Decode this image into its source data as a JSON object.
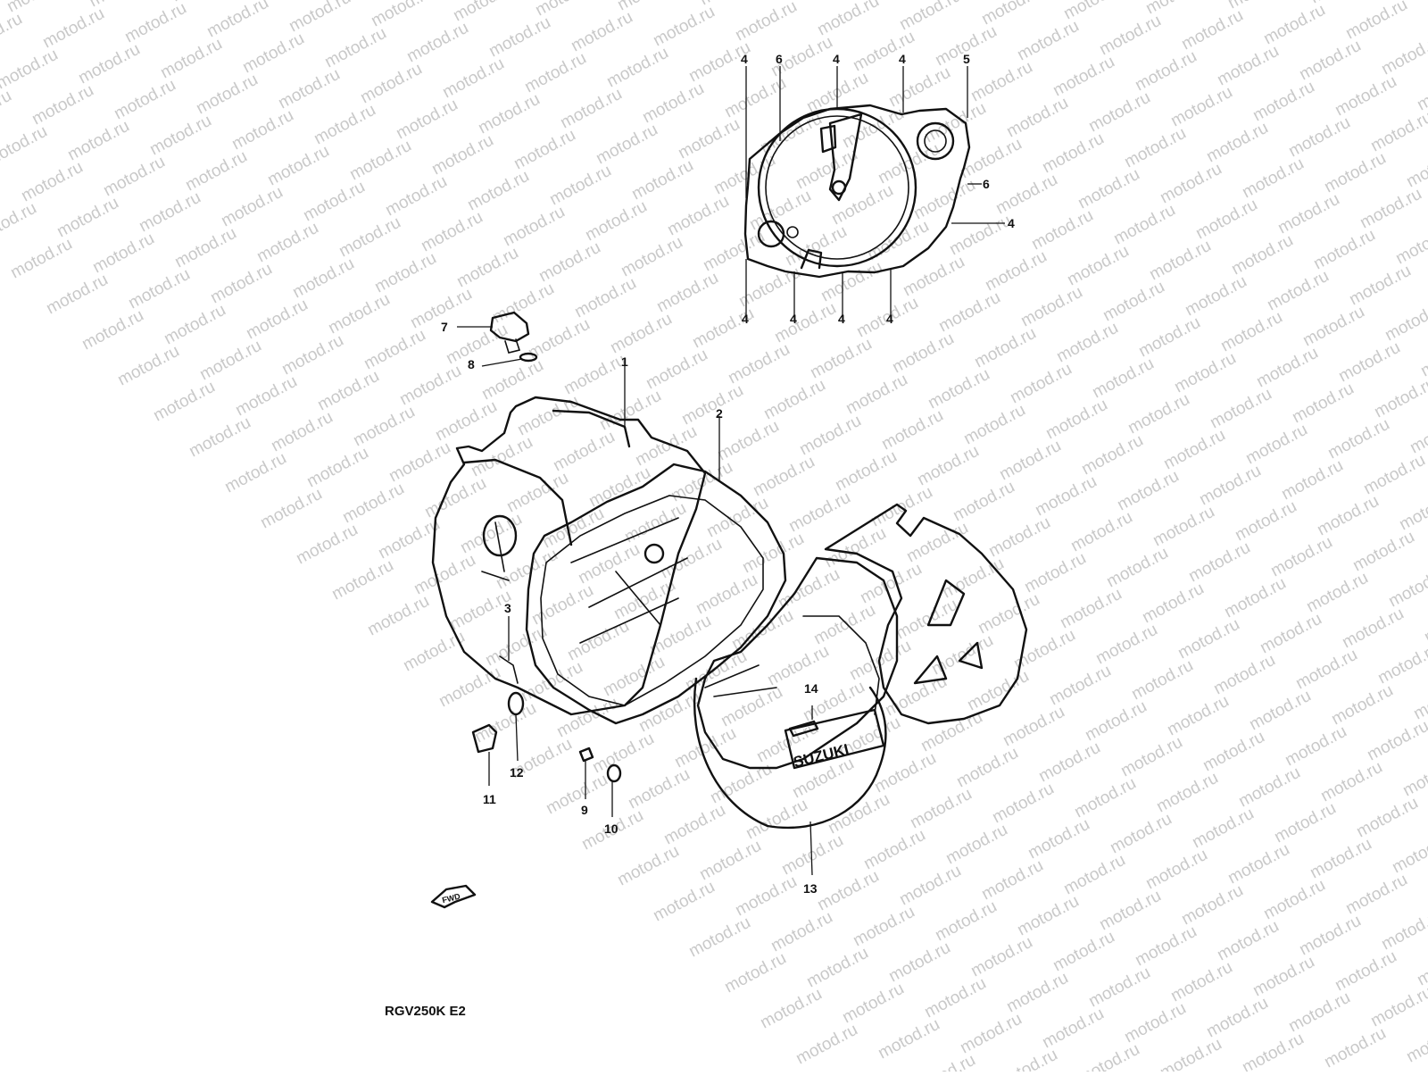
{
  "watermark": {
    "text": "motod.ru"
  },
  "diagram": {
    "model_code": "RGV250K E2",
    "forward_arrow_label": "FWD",
    "cover_logo": "SUZUKI",
    "callouts": [
      "1",
      "2",
      "3",
      "4",
      "5",
      "6",
      "7",
      "8",
      "9",
      "10",
      "11",
      "12",
      "13",
      "14"
    ]
  }
}
